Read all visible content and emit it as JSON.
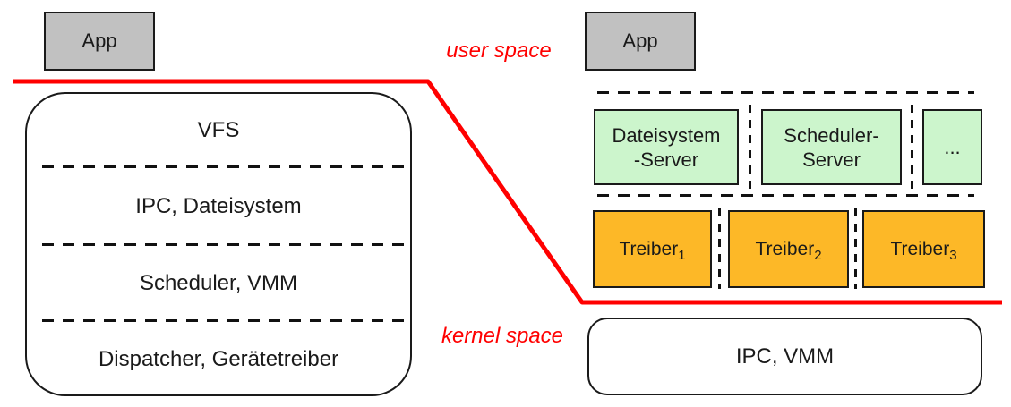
{
  "colors": {
    "boundary_red": "#ff0000",
    "app_gray": "#c1c1c1",
    "server_green": "#ccf5cc",
    "driver_orange": "#fdb827",
    "border_black": "#1a1a1a"
  },
  "boundary_labels": {
    "user_space": "user space",
    "kernel_space": "kernel space"
  },
  "left_monolith": {
    "app_label": "App",
    "layers": [
      "VFS",
      "IPC, Dateisystem",
      "Scheduler, VMM",
      "Dispatcher, Gerätetreiber"
    ]
  },
  "right_microkernel": {
    "app_label": "App",
    "servers": [
      {
        "line1": "Dateisystem",
        "line2": "-Server"
      },
      {
        "line1": "Scheduler-",
        "line2": "Server"
      },
      {
        "line1": "...",
        "line2": ""
      }
    ],
    "drivers": [
      {
        "base": "Treiber",
        "sub": "1"
      },
      {
        "base": "Treiber",
        "sub": "2"
      },
      {
        "base": "Treiber",
        "sub": "3"
      }
    ],
    "kernel_box_label": "IPC, VMM"
  }
}
